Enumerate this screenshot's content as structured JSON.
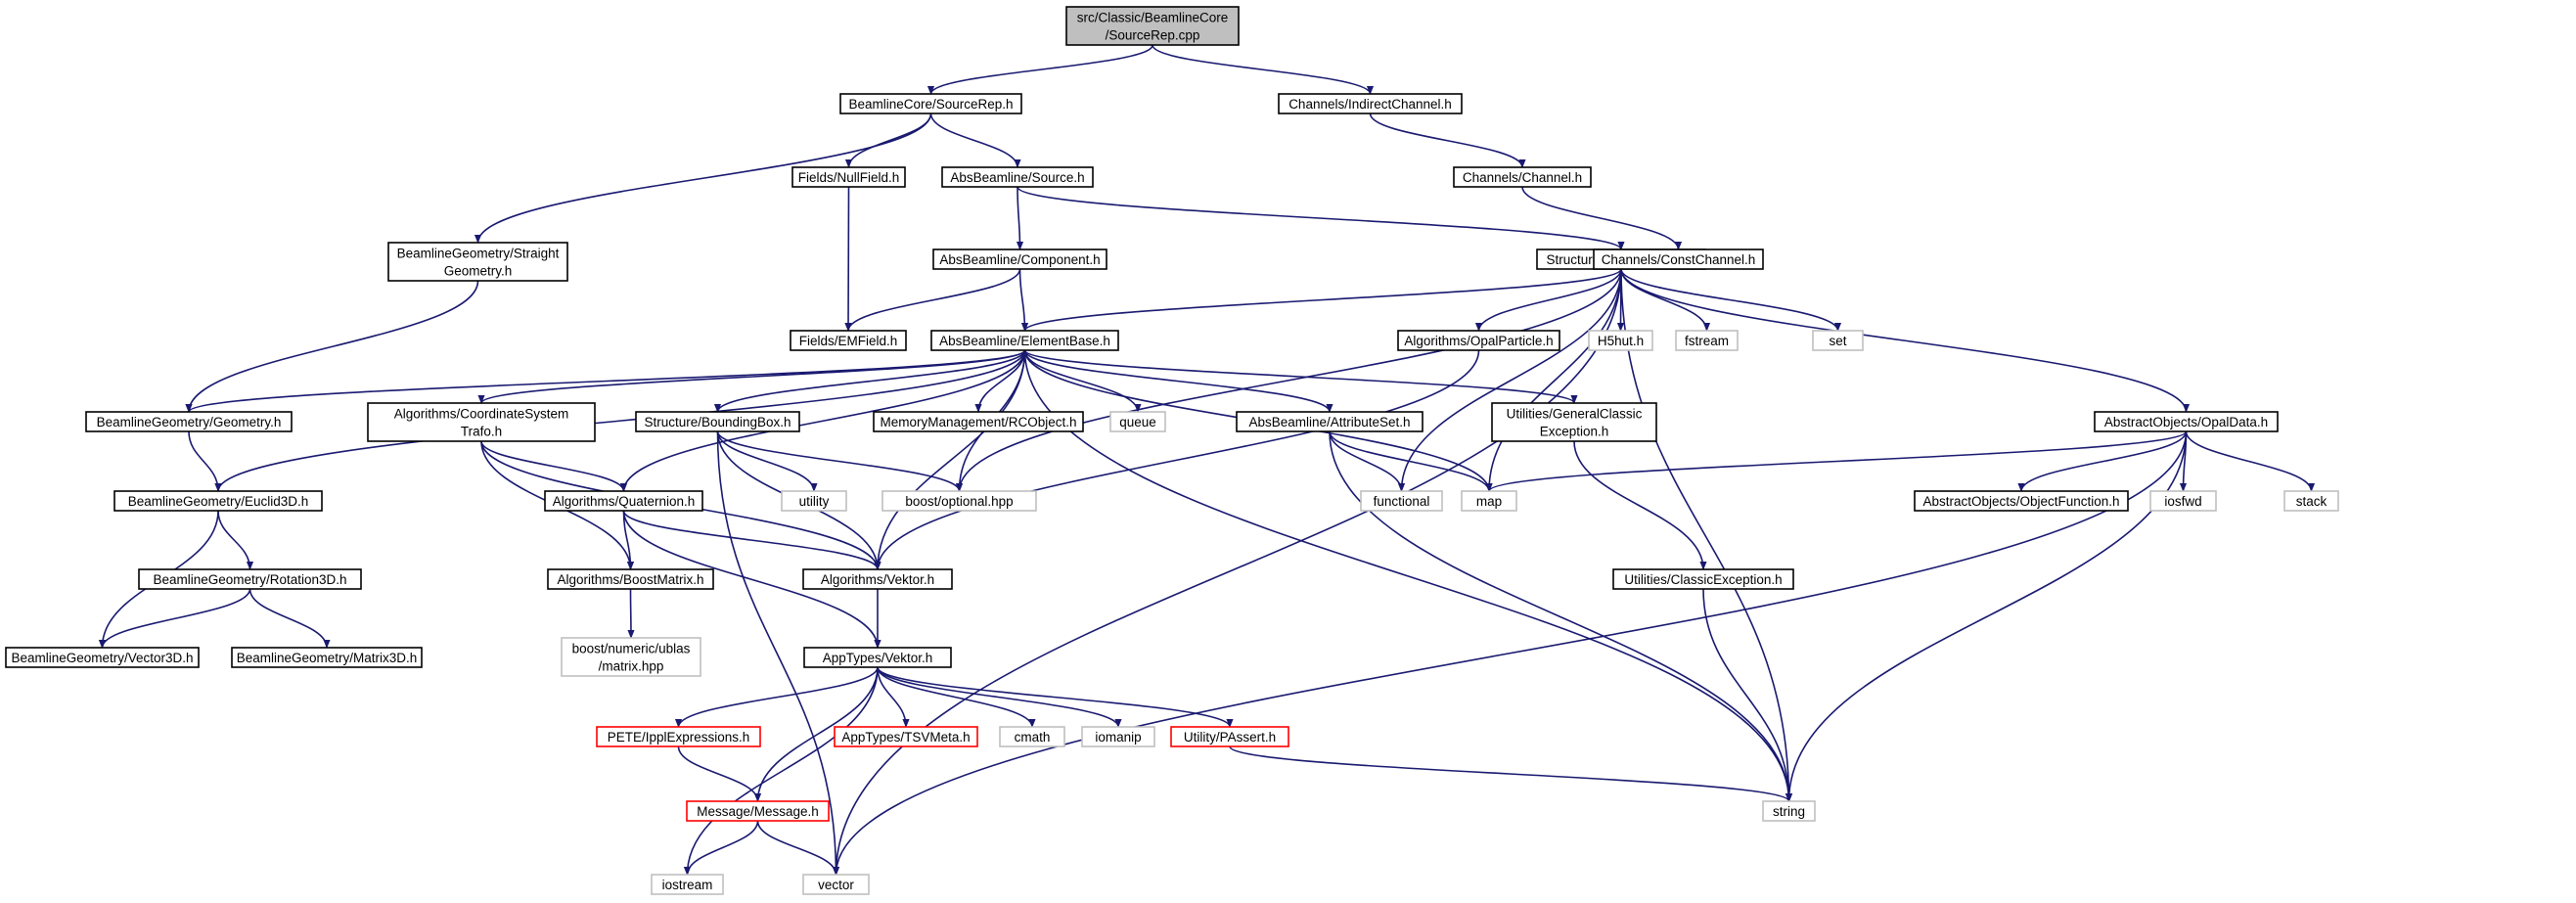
{
  "colors": {
    "edge": "#191970",
    "root_fill": "#bfbfbf",
    "root_stroke": "#000000",
    "normal_stroke": "#000000",
    "external_stroke": "#bfbfbf",
    "truncated_stroke": "#ff0000",
    "background": "#ffffff"
  },
  "nodes": [
    {
      "id": "n0",
      "kind": "root",
      "lines": [
        "src/Classic/BeamlineCore",
        "/SourceRep.cpp"
      ]
    },
    {
      "id": "n1",
      "kind": "normal",
      "lines": [
        "BeamlineCore/SourceRep.h"
      ]
    },
    {
      "id": "n2",
      "kind": "normal",
      "lines": [
        "Channels/IndirectChannel.h"
      ]
    },
    {
      "id": "n3",
      "kind": "normal",
      "lines": [
        "Fields/NullField.h"
      ]
    },
    {
      "id": "n4",
      "kind": "normal",
      "lines": [
        "AbsBeamline/Source.h"
      ]
    },
    {
      "id": "n5",
      "kind": "normal",
      "lines": [
        "Channels/Channel.h"
      ]
    },
    {
      "id": "n6",
      "kind": "normal",
      "lines": [
        "BeamlineGeometry/Straight",
        "Geometry.h"
      ]
    },
    {
      "id": "n7",
      "kind": "normal",
      "lines": [
        "AbsBeamline/Component.h"
      ]
    },
    {
      "id": "n8",
      "kind": "normal",
      "lines": [
        "Structure/LossDataSink.h"
      ]
    },
    {
      "id": "n9",
      "kind": "normal",
      "lines": [
        "Channels/ConstChannel.h"
      ]
    },
    {
      "id": "n10",
      "kind": "normal",
      "lines": [
        "Fields/EMField.h"
      ]
    },
    {
      "id": "n11",
      "kind": "normal",
      "lines": [
        "AbsBeamline/ElementBase.h"
      ]
    },
    {
      "id": "n12",
      "kind": "normal",
      "lines": [
        "Algorithms/OpalParticle.h"
      ]
    },
    {
      "id": "n13",
      "kind": "external",
      "lines": [
        "H5hut.h"
      ]
    },
    {
      "id": "n14",
      "kind": "external",
      "lines": [
        "fstream"
      ]
    },
    {
      "id": "n15",
      "kind": "external",
      "lines": [
        "set"
      ]
    },
    {
      "id": "n16",
      "kind": "normal",
      "lines": [
        "BeamlineGeometry/Geometry.h"
      ]
    },
    {
      "id": "n17",
      "kind": "normal",
      "lines": [
        "Algorithms/CoordinateSystem",
        "Trafo.h"
      ]
    },
    {
      "id": "n18",
      "kind": "normal",
      "lines": [
        "Structure/BoundingBox.h"
      ]
    },
    {
      "id": "n19",
      "kind": "normal",
      "lines": [
        "MemoryManagement/RCObject.h"
      ]
    },
    {
      "id": "n20",
      "kind": "external",
      "lines": [
        "queue"
      ]
    },
    {
      "id": "n21",
      "kind": "normal",
      "lines": [
        "AbsBeamline/AttributeSet.h"
      ]
    },
    {
      "id": "n22",
      "kind": "normal",
      "lines": [
        "Utilities/GeneralClassic",
        "Exception.h"
      ]
    },
    {
      "id": "n23",
      "kind": "normal",
      "lines": [
        "AbstractObjects/OpalData.h"
      ]
    },
    {
      "id": "n24",
      "kind": "normal",
      "lines": [
        "BeamlineGeometry/Euclid3D.h"
      ]
    },
    {
      "id": "n25",
      "kind": "normal",
      "lines": [
        "Algorithms/Quaternion.h"
      ]
    },
    {
      "id": "n26",
      "kind": "external",
      "lines": [
        "utility"
      ]
    },
    {
      "id": "n27",
      "kind": "external",
      "lines": [
        "boost/optional.hpp"
      ]
    },
    {
      "id": "n28",
      "kind": "external",
      "lines": [
        "functional"
      ]
    },
    {
      "id": "n29",
      "kind": "external",
      "lines": [
        "map"
      ]
    },
    {
      "id": "n30",
      "kind": "normal",
      "lines": [
        "AbstractObjects/ObjectFunction.h"
      ]
    },
    {
      "id": "n31",
      "kind": "external",
      "lines": [
        "iosfwd"
      ]
    },
    {
      "id": "n32",
      "kind": "external",
      "lines": [
        "stack"
      ]
    },
    {
      "id": "n33",
      "kind": "normal",
      "lines": [
        "BeamlineGeometry/Rotation3D.h"
      ]
    },
    {
      "id": "n34",
      "kind": "normal",
      "lines": [
        "Algorithms/BoostMatrix.h"
      ]
    },
    {
      "id": "n35",
      "kind": "normal",
      "lines": [
        "Algorithms/Vektor.h"
      ]
    },
    {
      "id": "n36",
      "kind": "normal",
      "lines": [
        "Utilities/ClassicException.h"
      ]
    },
    {
      "id": "n37",
      "kind": "normal",
      "lines": [
        "BeamlineGeometry/Vector3D.h"
      ]
    },
    {
      "id": "n38",
      "kind": "normal",
      "lines": [
        "BeamlineGeometry/Matrix3D.h"
      ]
    },
    {
      "id": "n39",
      "kind": "external",
      "lines": [
        "boost/numeric/ublas",
        "/matrix.hpp"
      ]
    },
    {
      "id": "n40",
      "kind": "normal",
      "lines": [
        "AppTypes/Vektor.h"
      ]
    },
    {
      "id": "n41",
      "kind": "truncated",
      "lines": [
        "PETE/IpplExpressions.h"
      ]
    },
    {
      "id": "n42",
      "kind": "truncated",
      "lines": [
        "AppTypes/TSVMeta.h"
      ]
    },
    {
      "id": "n43",
      "kind": "external",
      "lines": [
        "cmath"
      ]
    },
    {
      "id": "n44",
      "kind": "external",
      "lines": [
        "iomanip"
      ]
    },
    {
      "id": "n45",
      "kind": "truncated",
      "lines": [
        "Utility/PAssert.h"
      ]
    },
    {
      "id": "n46",
      "kind": "truncated",
      "lines": [
        "Message/Message.h"
      ]
    },
    {
      "id": "n47",
      "kind": "external",
      "lines": [
        "string"
      ]
    },
    {
      "id": "n48",
      "kind": "external",
      "lines": [
        "iostream"
      ]
    },
    {
      "id": "n49",
      "kind": "external",
      "lines": [
        "vector"
      ]
    }
  ],
  "edges": [
    [
      "n0",
      "n1"
    ],
    [
      "n0",
      "n2"
    ],
    [
      "n1",
      "n3"
    ],
    [
      "n1",
      "n4"
    ],
    [
      "n1",
      "n6"
    ],
    [
      "n2",
      "n5"
    ],
    [
      "n5",
      "n9"
    ],
    [
      "n3",
      "n10"
    ],
    [
      "n4",
      "n7"
    ],
    [
      "n4",
      "n8"
    ],
    [
      "n6",
      "n16"
    ],
    [
      "n7",
      "n10"
    ],
    [
      "n7",
      "n11"
    ],
    [
      "n8",
      "n11"
    ],
    [
      "n8",
      "n12"
    ],
    [
      "n8",
      "n13"
    ],
    [
      "n8",
      "n14"
    ],
    [
      "n8",
      "n15"
    ],
    [
      "n8",
      "n23"
    ],
    [
      "n8",
      "n47"
    ],
    [
      "n8",
      "n49"
    ],
    [
      "n8",
      "n27"
    ],
    [
      "n8",
      "n28"
    ],
    [
      "n8",
      "n29"
    ],
    [
      "n11",
      "n16"
    ],
    [
      "n11",
      "n17"
    ],
    [
      "n11",
      "n18"
    ],
    [
      "n11",
      "n19"
    ],
    [
      "n11",
      "n20"
    ],
    [
      "n11",
      "n21"
    ],
    [
      "n11",
      "n22"
    ],
    [
      "n11",
      "n24"
    ],
    [
      "n11",
      "n25"
    ],
    [
      "n11",
      "n27"
    ],
    [
      "n11",
      "n29"
    ],
    [
      "n11",
      "n35"
    ],
    [
      "n11",
      "n47"
    ],
    [
      "n12",
      "n35"
    ],
    [
      "n16",
      "n24"
    ],
    [
      "n17",
      "n25"
    ],
    [
      "n17",
      "n34"
    ],
    [
      "n17",
      "n35"
    ],
    [
      "n18",
      "n26"
    ],
    [
      "n18",
      "n27"
    ],
    [
      "n18",
      "n35"
    ],
    [
      "n18",
      "n49"
    ],
    [
      "n21",
      "n28"
    ],
    [
      "n21",
      "n29"
    ],
    [
      "n21",
      "n47"
    ],
    [
      "n22",
      "n36"
    ],
    [
      "n23",
      "n29"
    ],
    [
      "n23",
      "n30"
    ],
    [
      "n23",
      "n31"
    ],
    [
      "n23",
      "n32"
    ],
    [
      "n23",
      "n47"
    ],
    [
      "n23",
      "n49"
    ],
    [
      "n24",
      "n33"
    ],
    [
      "n24",
      "n37"
    ],
    [
      "n25",
      "n34"
    ],
    [
      "n25",
      "n35"
    ],
    [
      "n25",
      "n40"
    ],
    [
      "n33",
      "n37"
    ],
    [
      "n33",
      "n38"
    ],
    [
      "n34",
      "n39"
    ],
    [
      "n35",
      "n40"
    ],
    [
      "n36",
      "n47"
    ],
    [
      "n40",
      "n41"
    ],
    [
      "n40",
      "n42"
    ],
    [
      "n40",
      "n43"
    ],
    [
      "n40",
      "n44"
    ],
    [
      "n40",
      "n45"
    ],
    [
      "n40",
      "n46"
    ],
    [
      "n40",
      "n48"
    ],
    [
      "n41",
      "n46"
    ],
    [
      "n45",
      "n47"
    ],
    [
      "n46",
      "n48"
    ],
    [
      "n46",
      "n49"
    ]
  ]
}
